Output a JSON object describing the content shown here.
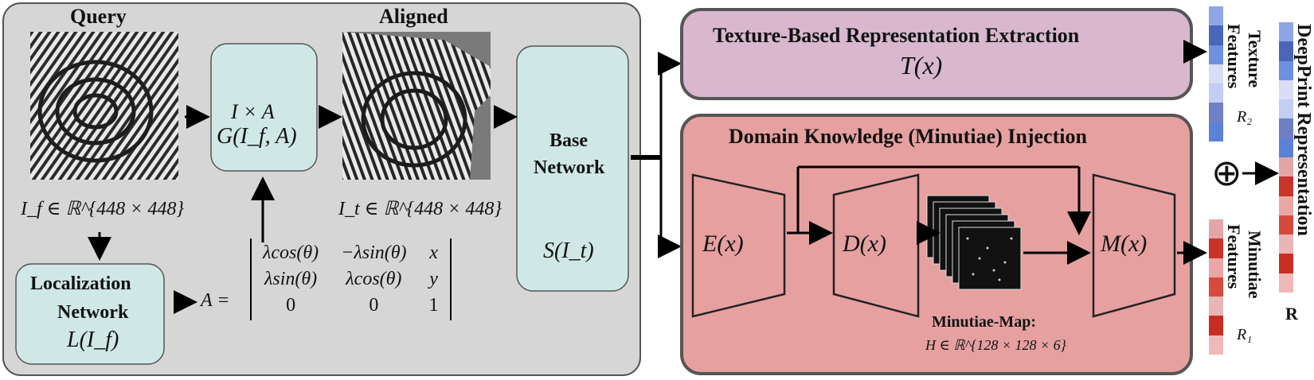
{
  "left_panel": {
    "query_label": "Query",
    "aligned_label": "Aligned",
    "if_label": "I_f ∈ ℝ^{448 × 448}",
    "it_label": "I_t ∈ ℝ^{448 × 448}"
  },
  "grid_box": {
    "line1": "I × A",
    "line2": "G(I_f, A)"
  },
  "localization_box": {
    "title1": "Localization",
    "title2": "Network",
    "formula": "L(I_f)"
  },
  "base_network_box": {
    "title1": "Base",
    "title2": "Network",
    "formula": "S(I_t)"
  },
  "affine_matrix": {
    "lhs": "A =",
    "rows": [
      [
        "λcos(θ)",
        "−λsin(θ)",
        "x"
      ],
      [
        "λsin(θ)",
        "λcos(θ)",
        "y"
      ],
      [
        "0",
        "0",
        "1"
      ]
    ]
  },
  "texture_box": {
    "title": "Texture-Based Representation Extraction",
    "formula": "T(x)"
  },
  "minutiae_box": {
    "title": "Domain Knowledge (Minutiae) Injection",
    "encoder": "E(x)",
    "decoder": "D(x)",
    "map_title": "Minutiae-Map:",
    "map_formula": "H ∈ ℝ^{128 × 128 × 6}",
    "m_block": "M(x)"
  },
  "outputs": {
    "texture_features": [
      "Texture",
      "Features"
    ],
    "r2": "R₂",
    "minutiae_features": [
      "Minutiae",
      "Features"
    ],
    "r1": "R₁",
    "oplus": "⊕",
    "deepprint": "DeepPrint Representation",
    "r": "R"
  },
  "colors": {
    "panel_bg": "#d6d6d6",
    "teal_box": "#cfe8e6",
    "texture_box": "#d9b7cf",
    "minutiae_box": "#e6a0a0",
    "texture_vector": [
      "#8fa6e6",
      "#4a66b8",
      "#6f8fe0",
      "#d9ddf5",
      "#c4cdf2",
      "#6f7fc6",
      "#5b82d6"
    ],
    "minutiae_vector": [
      "#e3a6a6",
      "#c8332a",
      "#eba7a7",
      "#d64a3e",
      "#e8b6b6",
      "#c82d24",
      "#f0b9b9"
    ]
  }
}
